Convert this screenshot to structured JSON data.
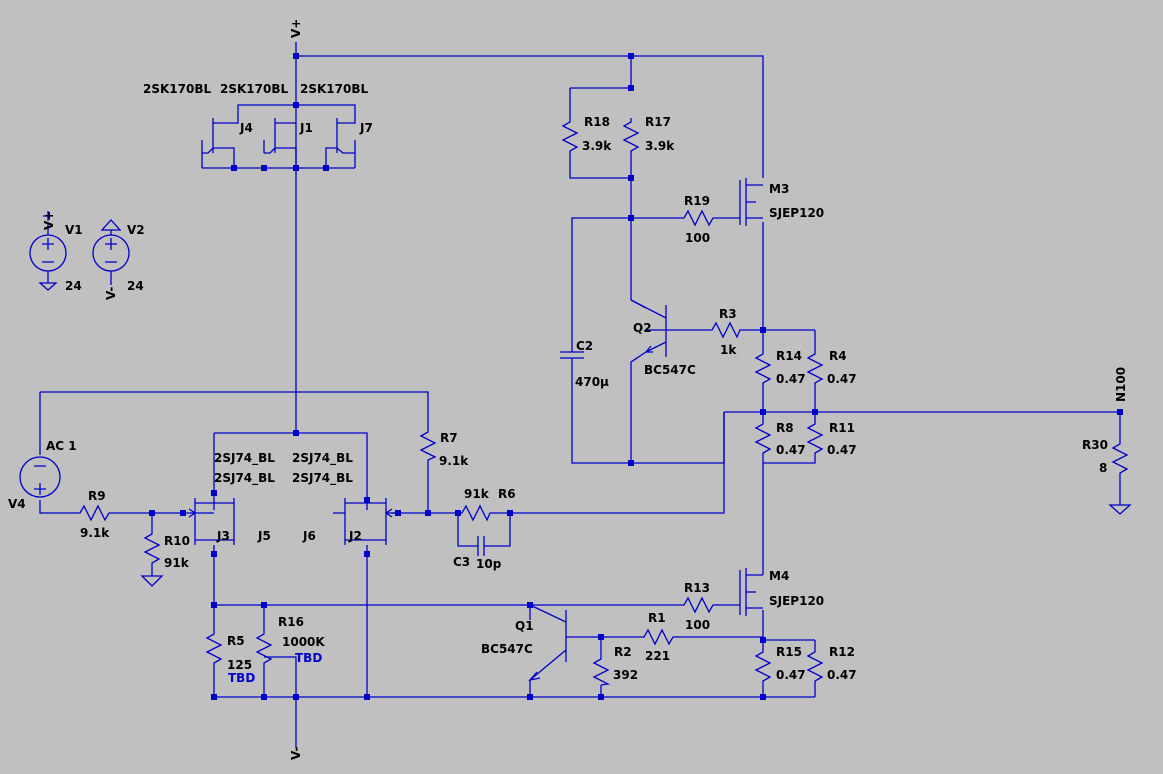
{
  "nets": {
    "vplus_top": "V+",
    "vminus_bottom": "V-",
    "n100": "N100"
  },
  "sources": {
    "v1": {
      "name": "V1",
      "node": "V+",
      "value": "24"
    },
    "v2": {
      "name": "V2",
      "node": "V-",
      "value": "24"
    },
    "v4": {
      "name": "V4",
      "label": "AC 1"
    }
  },
  "jfets": {
    "j4": {
      "name": "J4",
      "model": "2SK170BL"
    },
    "j1": {
      "name": "J1",
      "model": "2SK170BL"
    },
    "j7": {
      "name": "J7",
      "model": "2SK170BL"
    },
    "j3": {
      "name": "J3",
      "model": "2SJ74_BL"
    },
    "j5": {
      "name": "J5",
      "model": "2SJ74_BL"
    },
    "j6": {
      "name": "J6",
      "model": "2SJ74_BL"
    },
    "j2": {
      "name": "J2",
      "model": "2SJ74_BL"
    }
  },
  "mosfets": {
    "m3": {
      "name": "M3",
      "model": "SJEP120"
    },
    "m4": {
      "name": "M4",
      "model": "SJEP120"
    }
  },
  "bjts": {
    "q2": {
      "name": "Q2",
      "model": "BC547C"
    },
    "q1": {
      "name": "Q1",
      "model": "BC547C"
    }
  },
  "resistors": {
    "r18": {
      "name": "R18",
      "value": "3.9k"
    },
    "r17": {
      "name": "R17",
      "value": "3.9k"
    },
    "r19": {
      "name": "R19",
      "value": "100"
    },
    "r3": {
      "name": "R3",
      "value": "1k"
    },
    "r14": {
      "name": "R14",
      "value": "0.47"
    },
    "r4": {
      "name": "R4",
      "value": "0.47"
    },
    "r8": {
      "name": "R8",
      "value": "0.47"
    },
    "r11": {
      "name": "R11",
      "value": "0.47"
    },
    "r30": {
      "name": "R30",
      "value": "8"
    },
    "r7": {
      "name": "R7",
      "value": "9.1k"
    },
    "r6": {
      "name": "R6",
      "value": "91k"
    },
    "r9": {
      "name": "R9",
      "value": "9.1k"
    },
    "r10": {
      "name": "R10",
      "value": "91k"
    },
    "r13": {
      "name": "R13",
      "value": "100"
    },
    "r1": {
      "name": "R1",
      "value": "221"
    },
    "r2": {
      "name": "R2",
      "value": "392"
    },
    "r5": {
      "name": "R5",
      "value": "125"
    },
    "r16": {
      "name": "R16",
      "value": "1000K"
    },
    "r15": {
      "name": "R15",
      "value": "0.47"
    },
    "r12": {
      "name": "R12",
      "value": "0.47"
    }
  },
  "capacitors": {
    "c2": {
      "name": "C2",
      "value": "470µ"
    },
    "c3": {
      "name": "C3",
      "value": "10p"
    }
  },
  "annotations": {
    "tbd_r5": "TBD",
    "tbd_r16": "TBD"
  },
  "colors": {
    "background": "#c0c0c0",
    "wire": "#0000c8",
    "text": "#000000"
  }
}
